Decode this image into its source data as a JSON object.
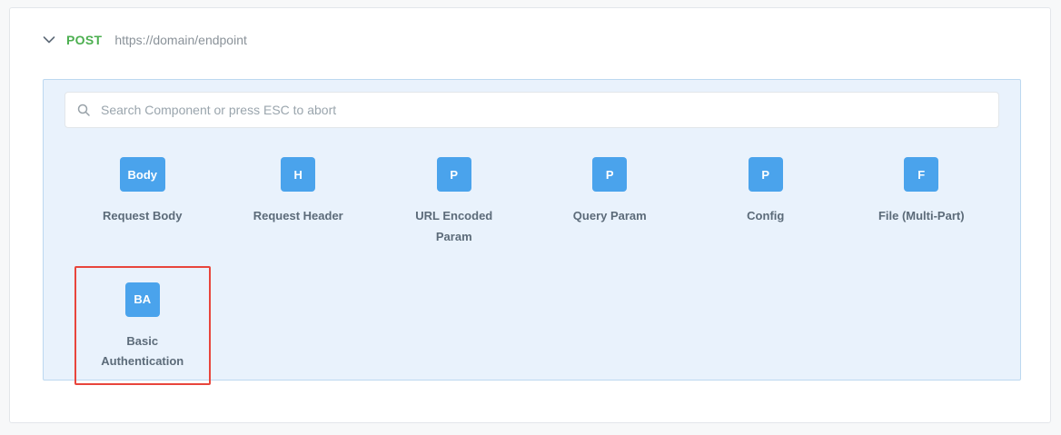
{
  "request": {
    "method": "POST",
    "url": "https://domain/endpoint"
  },
  "search": {
    "placeholder": "Search Component or press ESC to abort"
  },
  "components": [
    {
      "icon": "Body",
      "label": "Request Body",
      "highlighted": false
    },
    {
      "icon": "H",
      "label": "Request Header",
      "highlighted": false
    },
    {
      "icon": "P",
      "label": "URL Encoded Param",
      "highlighted": false
    },
    {
      "icon": "P",
      "label": "Query Param",
      "highlighted": false
    },
    {
      "icon": "P",
      "label": "Config",
      "highlighted": false
    },
    {
      "icon": "F",
      "label": "File (Multi-Part)",
      "highlighted": false
    },
    {
      "icon": "BA",
      "label": "Basic Authentication",
      "highlighted": true
    }
  ],
  "colors": {
    "method_green": "#4CAF50",
    "accent_blue": "#4AA3EC",
    "highlight_red": "#E8453C",
    "panel_bg": "#E9F2FC",
    "panel_border": "#BCD8F0"
  }
}
